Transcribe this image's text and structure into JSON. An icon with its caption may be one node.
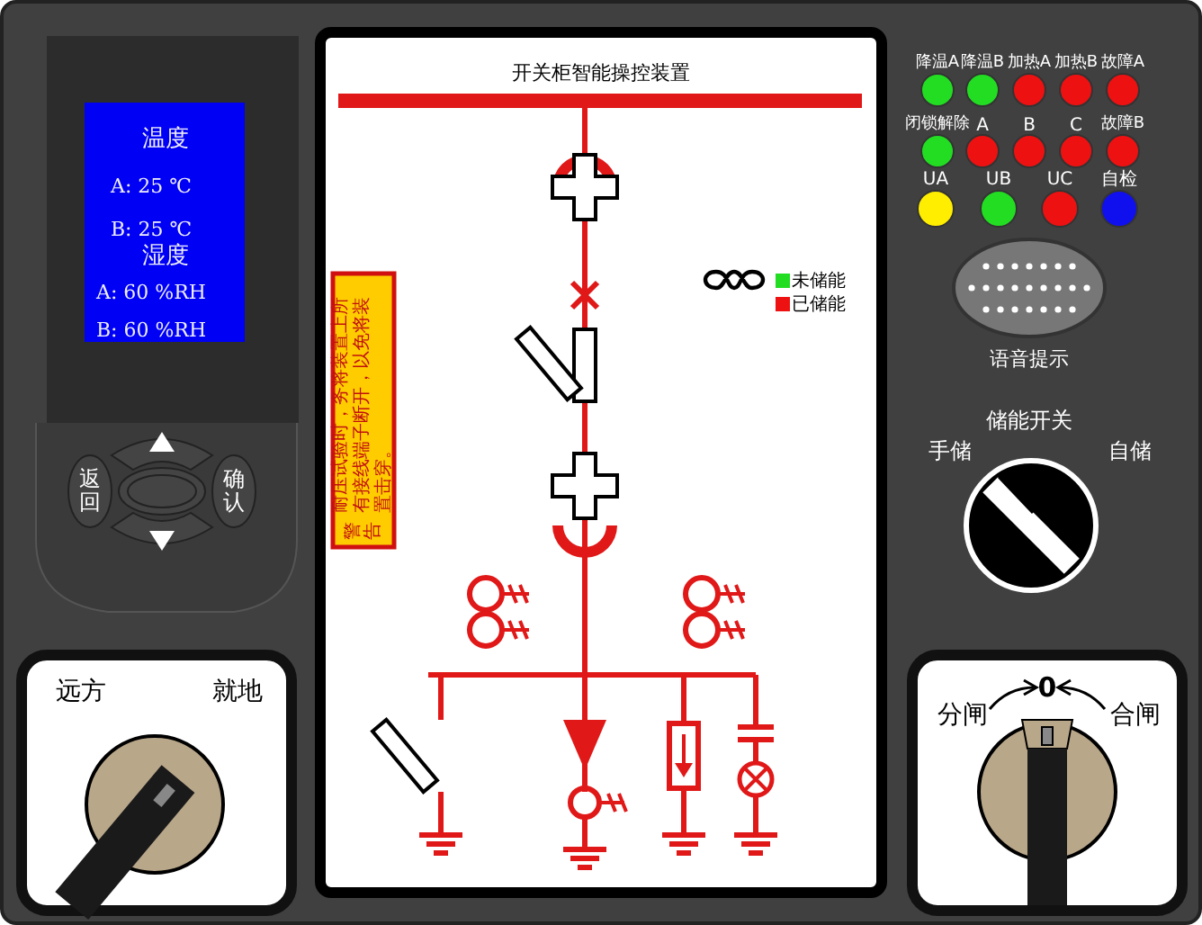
{
  "diagram": {
    "title": "开关柜智能操控装置",
    "labels": [
      "温度",
      "A:  25 ℃",
      "B:  25 ℃",
      "湿度",
      "A:  60 %RH",
      "B:  60 %RH",
      "返回",
      "确认",
      "警告",
      "耐压试验时，务将装置上所有接线端子断开，以免将装置击穿。",
      "降温A",
      "降温B",
      "加热A",
      "加热B",
      "故障A",
      "闭锁解除",
      "A",
      "B",
      "C",
      "故障B",
      "UA",
      "UB",
      "UC",
      "自检",
      "语音提示",
      "储能开关",
      "手储",
      "自储",
      "远方",
      "就地",
      "分闸",
      "0",
      "合闸"
    ],
    "legend": [
      {
        "text": "未储能",
        "color": "#22dd22"
      },
      {
        "text": "已储能",
        "color": "#ee1111"
      }
    ]
  }
}
